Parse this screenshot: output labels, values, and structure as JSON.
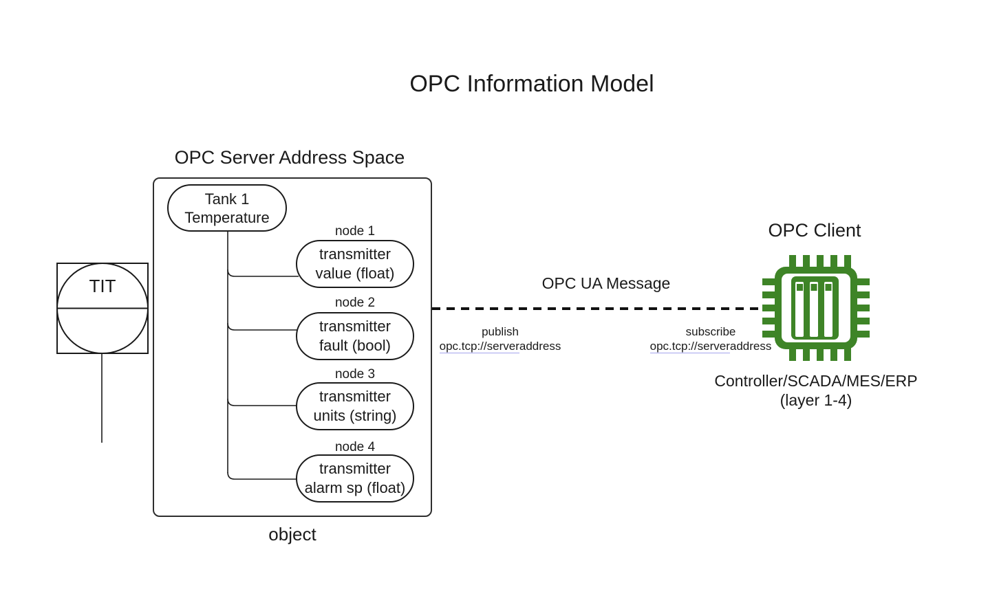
{
  "title": "OPC Information Model",
  "server": {
    "heading": "OPC Server Address Space",
    "object_label": "object",
    "root_node": {
      "line1": "Tank 1",
      "line2": "Temperature"
    },
    "nodes": [
      {
        "label": "node 1",
        "line1": "transmitter",
        "line2": "value (float)"
      },
      {
        "label": "node 2",
        "line1": "transmitter",
        "line2": "fault (bool)"
      },
      {
        "label": "node 3",
        "line1": "transmitter",
        "line2": "units (string)"
      },
      {
        "label": "node 4",
        "line1": "transmitter",
        "line2": "alarm sp (float)"
      }
    ]
  },
  "instrument": {
    "tag": "TIT"
  },
  "message": {
    "label": "OPC UA Message",
    "publish": {
      "action": "publish",
      "url_link": "opc.tcp://server",
      "url_rest": "address"
    },
    "subscribe": {
      "action": "subscribe",
      "url_link": "opc.tcp://server",
      "url_rest": "address"
    }
  },
  "client": {
    "heading": "OPC Client",
    "caption_line1": "Controller/SCADA/MES/ERP",
    "caption_line2": "(layer 1-4)"
  },
  "colors": {
    "chip_green": "#3E8427",
    "link_underline": "#A3A3EE",
    "line": "#1A1A1A"
  }
}
